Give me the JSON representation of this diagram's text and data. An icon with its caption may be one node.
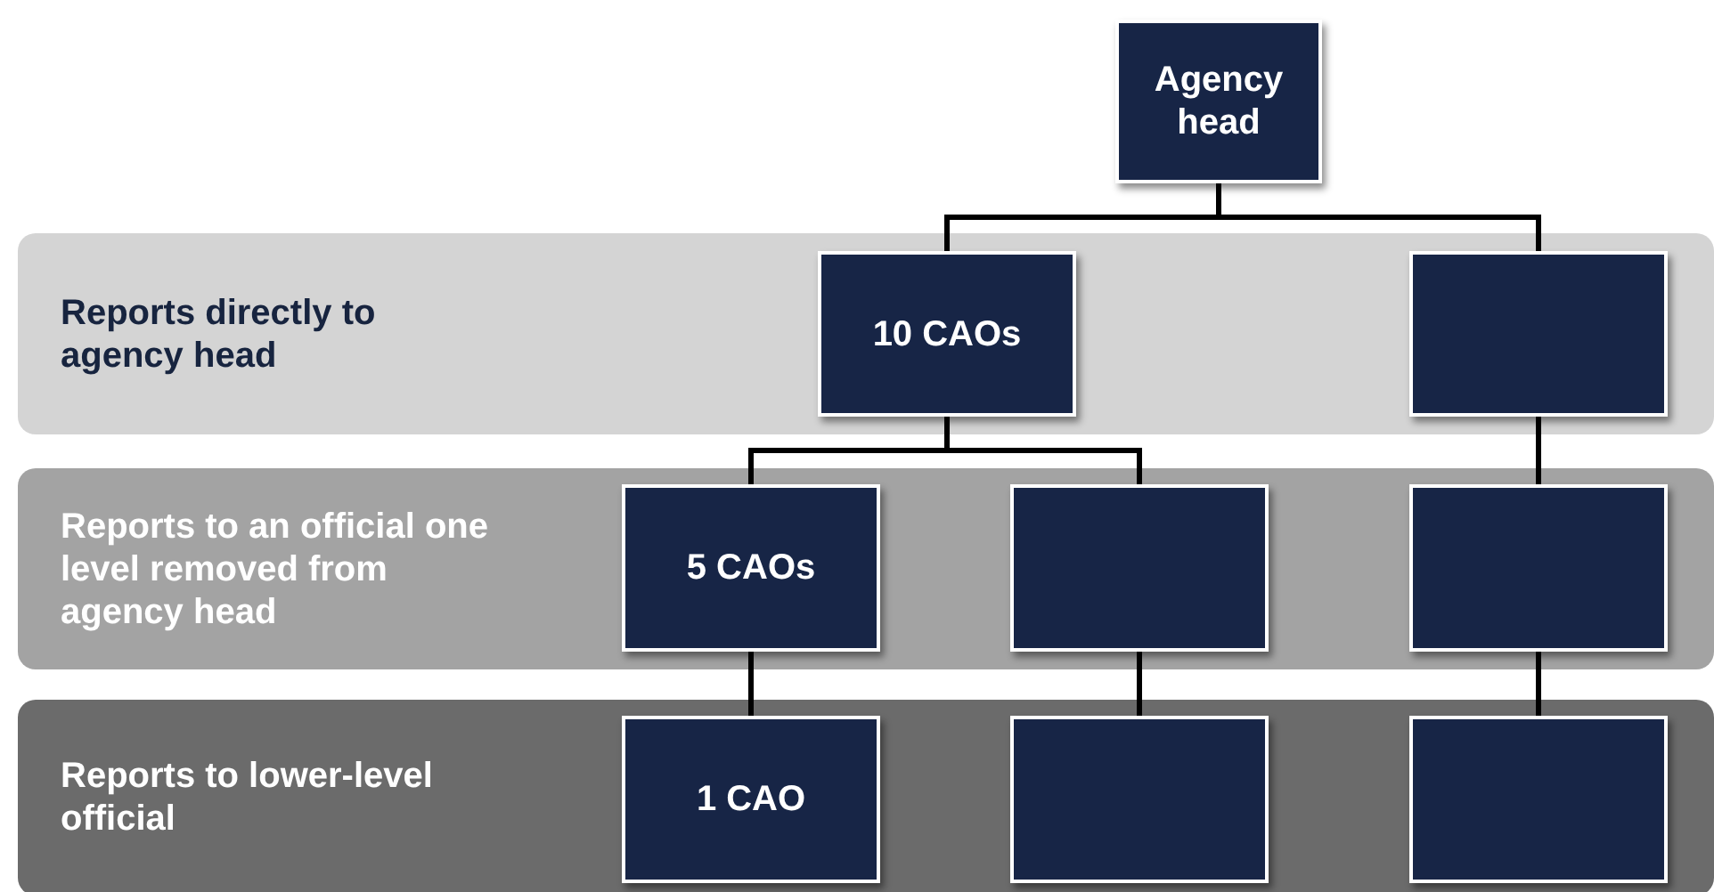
{
  "diagram": {
    "nodes": [
      {
        "text": [
          "Agency head"
        ]
      },
      {
        "text": [
          "Reports directly to agency head"
        ]
      },
      {
        "text": [
          "10 CAOs"
        ],
        "in": 1
      },
      {
        "text": [],
        "shape": "box",
        "in": 1
      },
      {
        "text": [
          "Reports to an official one level removed from agency head"
        ]
      },
      {
        "text": [
          "5 CAOs"
        ],
        "in": 4
      },
      {
        "text": [],
        "shape": "box",
        "in": 4
      },
      {
        "text": [],
        "shape": "box",
        "in": 4
      },
      {
        "text": [
          "Reports to lower-level official"
        ]
      },
      {
        "text": [
          "1 CAO"
        ],
        "in": 8
      },
      {
        "text": [],
        "shape": "box",
        "in": 8
      },
      {
        "text": [],
        "shape": "box",
        "in": 8
      }
    ],
    "edges": [
      {
        "from": 0,
        "to": 2,
        "arrow": "none"
      },
      {
        "from": 0,
        "to": 3,
        "arrow": "none"
      },
      {
        "from": 2,
        "to": 5,
        "arrow": "none"
      },
      {
        "from": 2,
        "to": 6,
        "arrow": "none"
      },
      {
        "from": 3,
        "to": 7,
        "arrow": "none"
      },
      {
        "from": 5,
        "to": 9,
        "arrow": "none"
      },
      {
        "from": 6,
        "to": 10,
        "arrow": "none"
      },
      {
        "from": 7,
        "to": 11,
        "arrow": "none"
      }
    ]
  }
}
